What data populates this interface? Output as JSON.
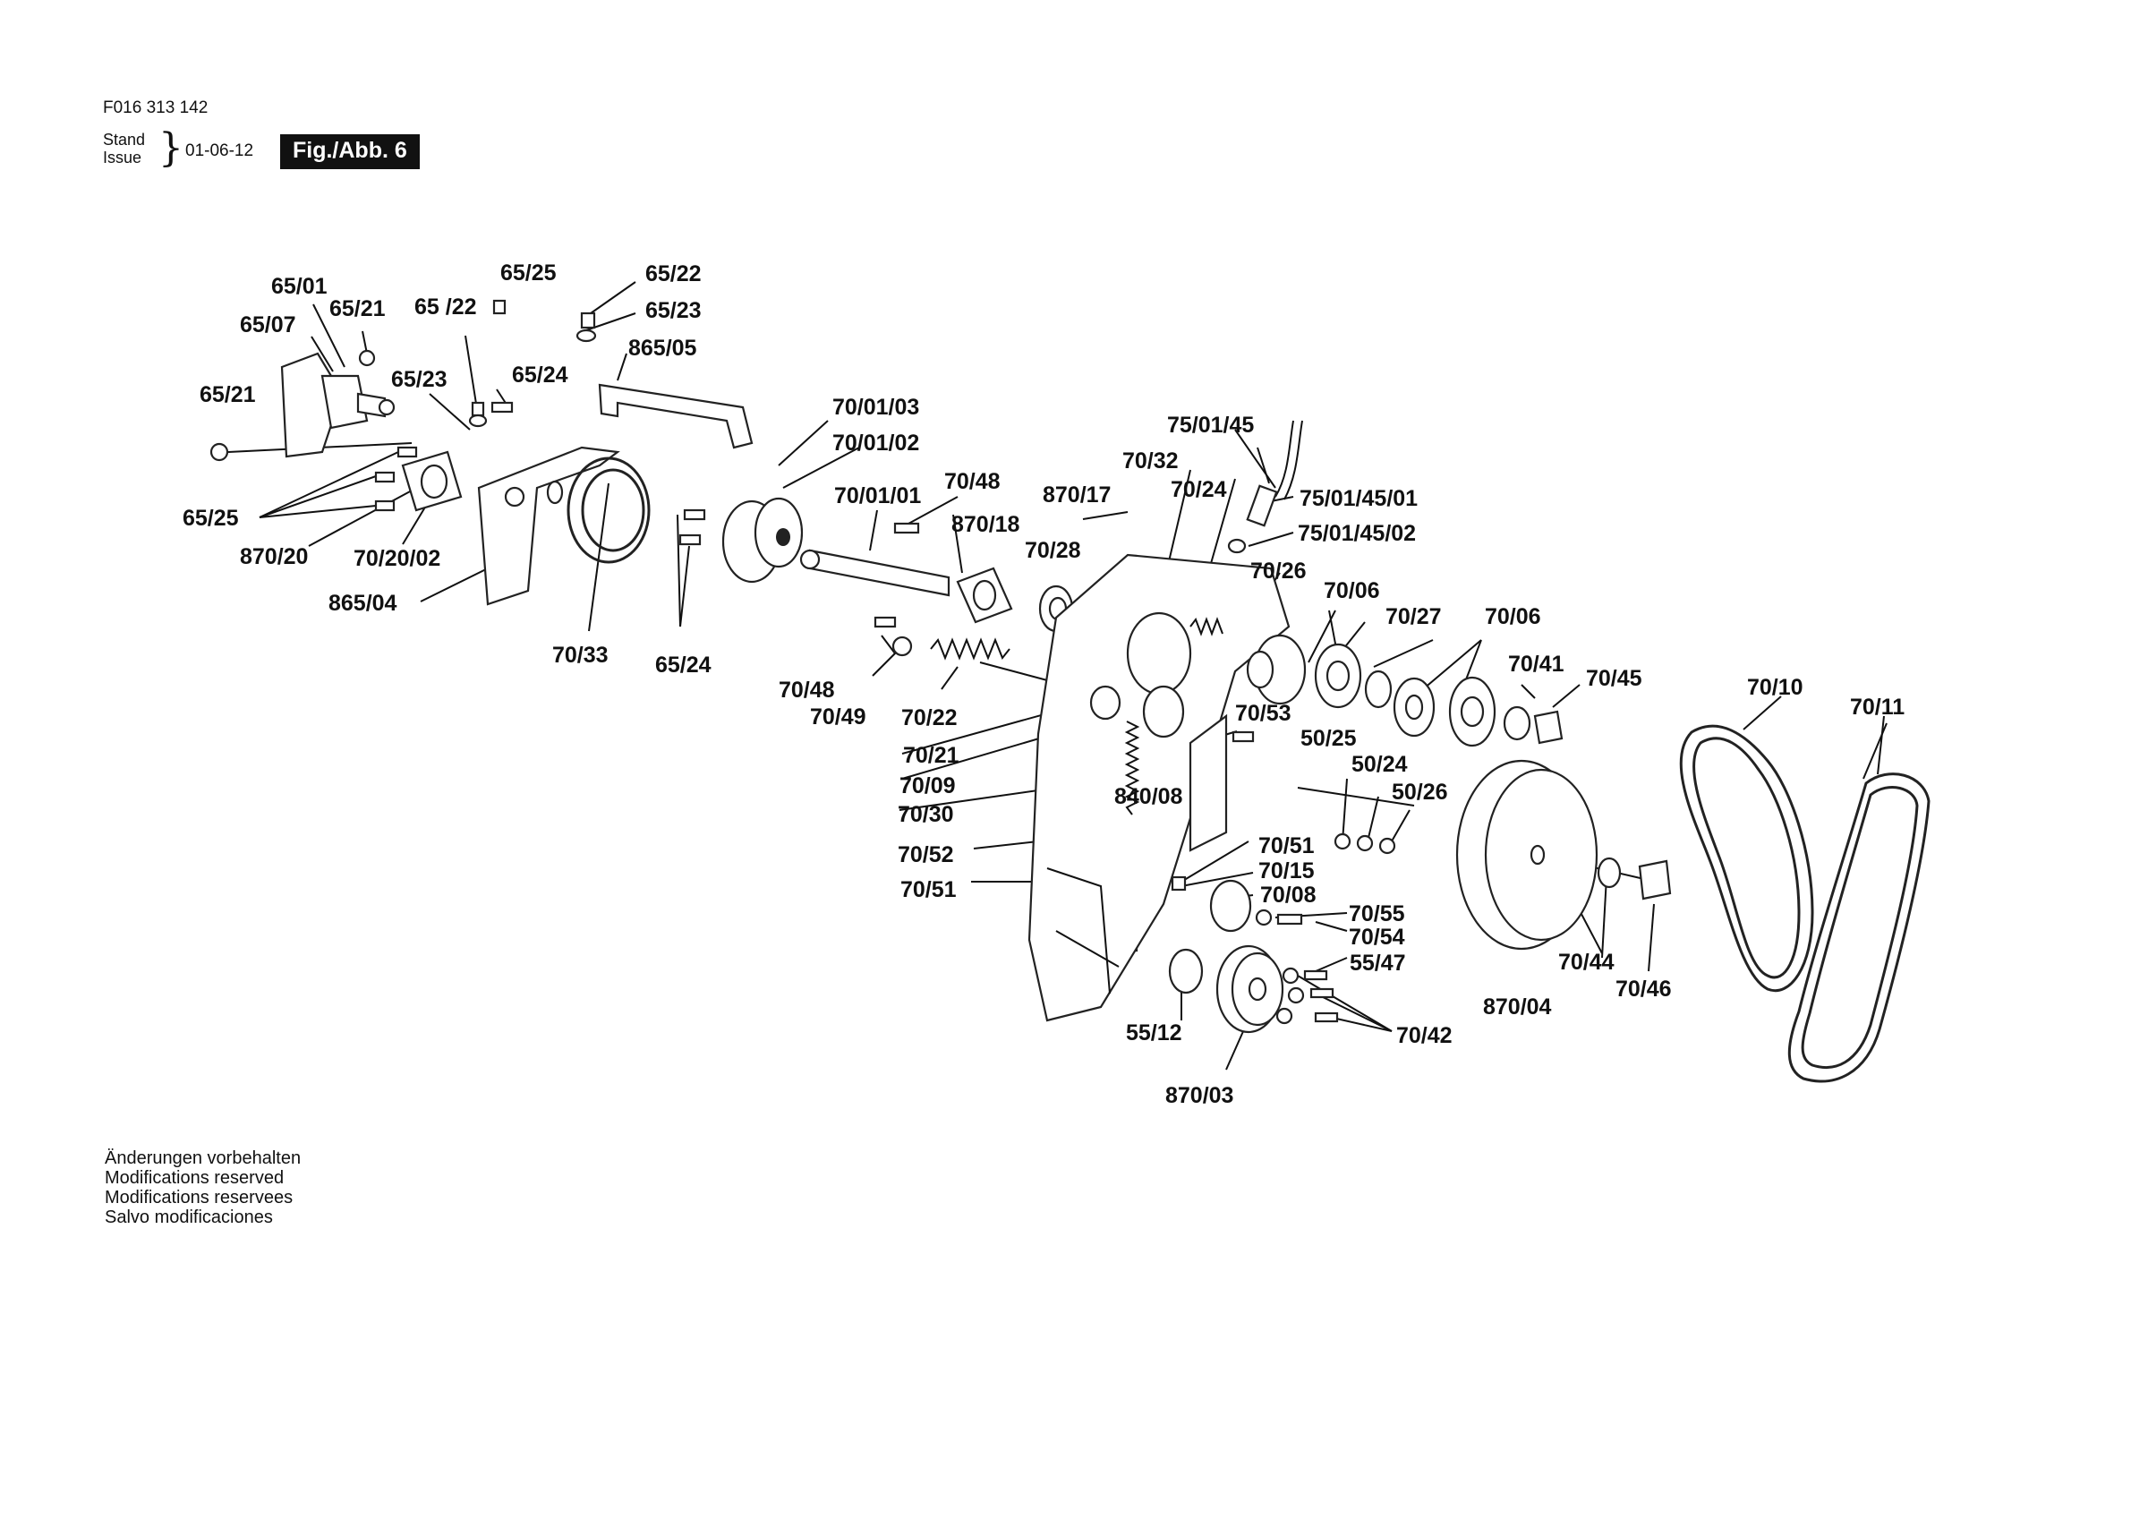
{
  "header": {
    "doc_number": "F016 313 142",
    "stand_label": "Stand",
    "issue_label": "Issue",
    "date": "01-06-12",
    "figure_label": "Fig./Abb. 6"
  },
  "diagram": {
    "part_labels": [
      "65/01",
      "65/07",
      "65/21",
      "65 /22",
      "65/25",
      "65/22",
      "65/23",
      "865/05",
      "65/23",
      "65/24",
      "65/21",
      "65/25",
      "870/20",
      "70/20/02",
      "865/04",
      "70/33",
      "65/24",
      "70/01/03",
      "70/01/02",
      "70/01/01",
      "70/48",
      "870/18",
      "70/28",
      "70/48",
      "70/49",
      "70/22",
      "870/17",
      "70/32",
      "70/24",
      "75/01/45",
      "75/01/45/01",
      "75/01/45/02",
      "70/26",
      "70/06",
      "70/27",
      "70/06",
      "70/41",
      "70/45",
      "70/10",
      "70/11",
      "70/21",
      "70/09",
      "70/30",
      "70/53",
      "840/08",
      "70/52",
      "70/51",
      "50/25",
      "50/24",
      "50/26",
      "70/51",
      "70/15",
      "70/08",
      "70/55",
      "70/54",
      "55/47",
      "70/42",
      "55/12",
      "870/03",
      "870/04",
      "70/44",
      "70/46"
    ]
  },
  "footer": {
    "notes": [
      "Änderungen vorbehalten",
      "Modifications reserved",
      "Modifications reservees",
      "Salvo modificaciones"
    ]
  }
}
